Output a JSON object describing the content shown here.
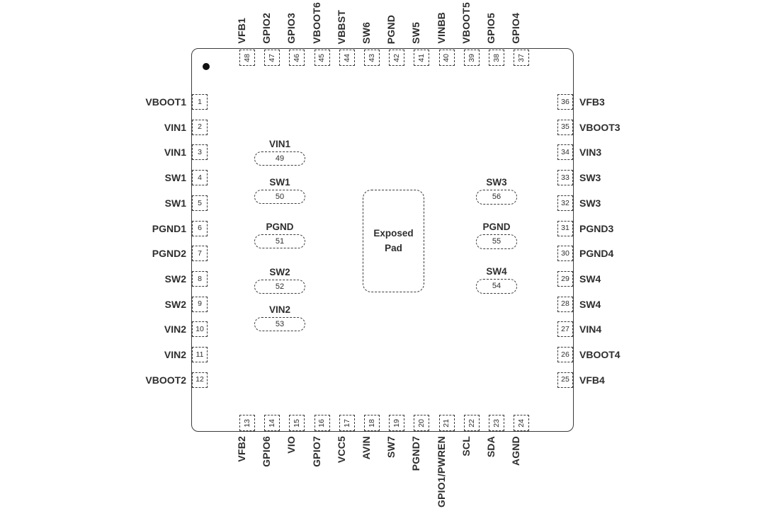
{
  "colors": {
    "ink": "#2e2e2e",
    "line": "#3b3b3b",
    "background": "#ffffff"
  },
  "chip": {
    "pin1_marker_icon": "filled-circle",
    "exposed_pad": {
      "line1": "Exposed",
      "line2": "Pad"
    }
  },
  "pins": {
    "top": [
      {
        "num": "48",
        "label": "VFB1"
      },
      {
        "num": "47",
        "label": "GPIO2"
      },
      {
        "num": "46",
        "label": "GPIO3"
      },
      {
        "num": "45",
        "label": "VBOOT6"
      },
      {
        "num": "44",
        "label": "VBBST"
      },
      {
        "num": "43",
        "label": "SW6"
      },
      {
        "num": "42",
        "label": "PGND"
      },
      {
        "num": "41",
        "label": "SW5"
      },
      {
        "num": "40",
        "label": "VINBB"
      },
      {
        "num": "39",
        "label": "VBOOT5"
      },
      {
        "num": "38",
        "label": "GPIO5"
      },
      {
        "num": "37",
        "label": "GPIO4"
      }
    ],
    "left": [
      {
        "num": "1",
        "label": "VBOOT1"
      },
      {
        "num": "2",
        "label": "VIN1"
      },
      {
        "num": "3",
        "label": "VIN1"
      },
      {
        "num": "4",
        "label": "SW1"
      },
      {
        "num": "5",
        "label": "SW1"
      },
      {
        "num": "6",
        "label": "PGND1"
      },
      {
        "num": "7",
        "label": "PGND2"
      },
      {
        "num": "8",
        "label": "SW2"
      },
      {
        "num": "9",
        "label": "SW2"
      },
      {
        "num": "10",
        "label": "VIN2"
      },
      {
        "num": "11",
        "label": "VIN2"
      },
      {
        "num": "12",
        "label": "VBOOT2"
      }
    ],
    "right": [
      {
        "num": "36",
        "label": "VFB3"
      },
      {
        "num": "35",
        "label": "VBOOT3"
      },
      {
        "num": "34",
        "label": "VIN3"
      },
      {
        "num": "33",
        "label": "SW3"
      },
      {
        "num": "32",
        "label": "SW3"
      },
      {
        "num": "31",
        "label": "PGND3"
      },
      {
        "num": "30",
        "label": "PGND4"
      },
      {
        "num": "29",
        "label": "SW4"
      },
      {
        "num": "28",
        "label": "SW4"
      },
      {
        "num": "27",
        "label": "VIN4"
      },
      {
        "num": "26",
        "label": "VBOOT4"
      },
      {
        "num": "25",
        "label": "VFB4"
      }
    ],
    "bottom": [
      {
        "num": "13",
        "label": "VFB2"
      },
      {
        "num": "14",
        "label": "GPIO6"
      },
      {
        "num": "15",
        "label": "VIO"
      },
      {
        "num": "16",
        "label": "GPIO7"
      },
      {
        "num": "17",
        "label": "VCC5"
      },
      {
        "num": "18",
        "label": "AVIN"
      },
      {
        "num": "19",
        "label": "SW7"
      },
      {
        "num": "20",
        "label": "PGND7"
      },
      {
        "num": "21",
        "label": "GPIO1/PWREN"
      },
      {
        "num": "22",
        "label": "SCL"
      },
      {
        "num": "23",
        "label": "SDA"
      },
      {
        "num": "24",
        "label": "AGND"
      }
    ]
  },
  "inner_pads": {
    "left": [
      {
        "num": "49",
        "label": "VIN1"
      },
      {
        "num": "50",
        "label": "SW1"
      },
      {
        "num": "51",
        "label": "PGND"
      },
      {
        "num": "52",
        "label": "SW2"
      },
      {
        "num": "53",
        "label": "VIN2"
      }
    ],
    "right": [
      {
        "num": "56",
        "label": "SW3"
      },
      {
        "num": "55",
        "label": "PGND"
      },
      {
        "num": "54",
        "label": "SW4"
      }
    ]
  }
}
